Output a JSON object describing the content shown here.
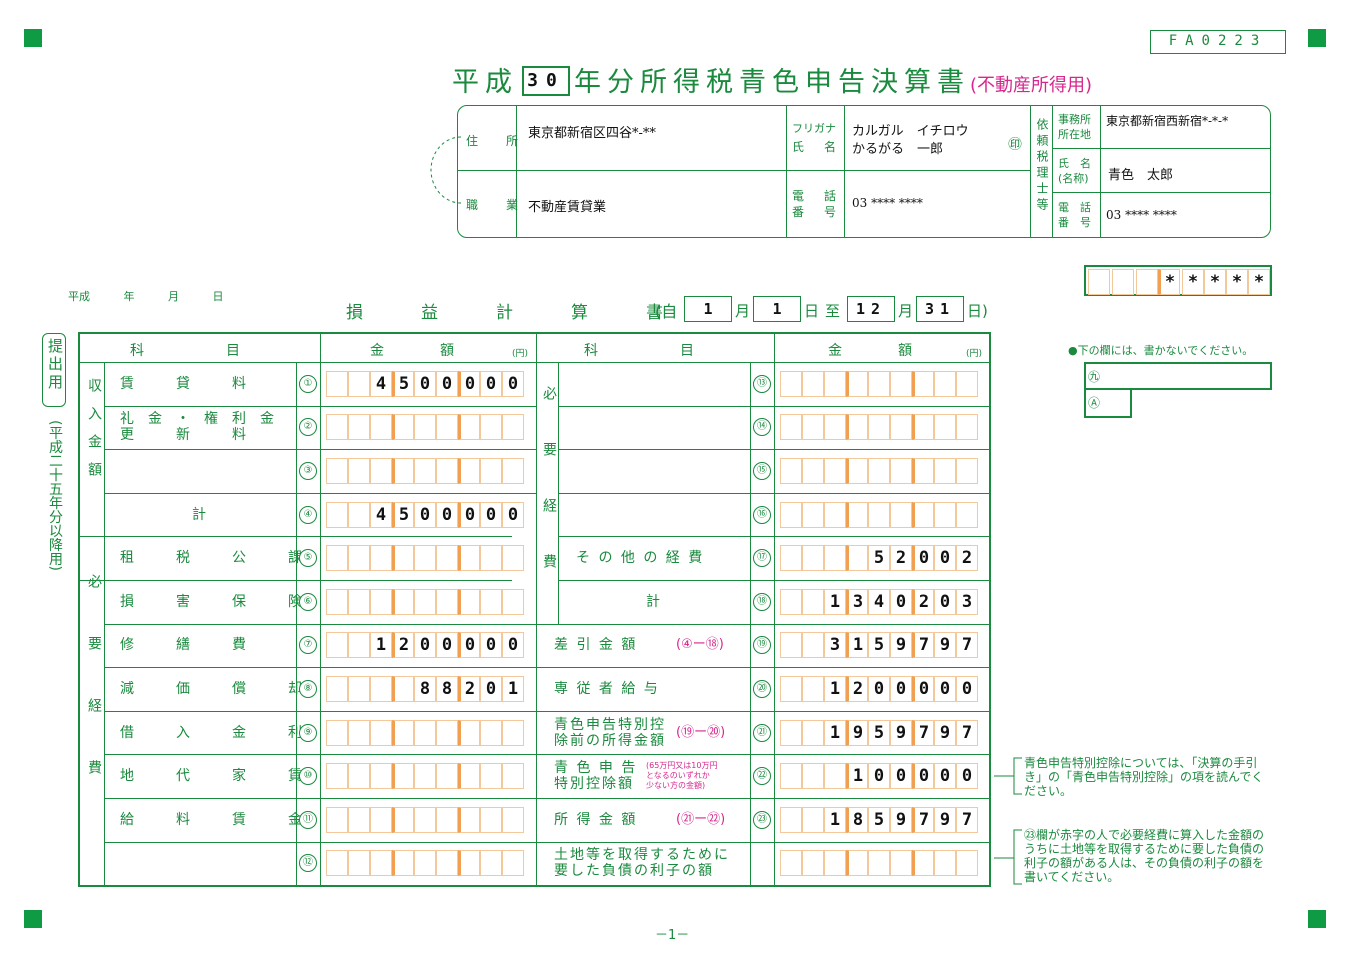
{
  "form_code": "FA0223",
  "title": {
    "prefix": "平成",
    "year": "30",
    "main": "年分所得税青色申告決算書",
    "sub": "(不動産所得用)"
  },
  "info": {
    "address_label": "住　所",
    "address": "東京都新宿区四谷*-**",
    "occupation_label": "職　業",
    "occupation": "不動産賃貸業",
    "furigana_label": "フリガナ",
    "name_label": "氏　名",
    "furigana": "カルガル　イチロウ",
    "name": "かるがる　一郎",
    "seal": "㊞",
    "phone_label": "電　話\n番　号",
    "phone": "03 **** ****",
    "agent_label": "依頼税理士等",
    "office_label": "事務所\n所在地",
    "office": "東京都新宿西新宿*-*-*",
    "agent_name_label": "氏　名\n(名称)",
    "agent_name": "青色　太郎",
    "agent_phone_label": "電　話\n番　号",
    "agent_phone": "03 **** ****"
  },
  "stars": [
    "*",
    "*",
    "*",
    "*",
    "*"
  ],
  "date_line": {
    "era": "平成",
    "y": "年",
    "m": "月",
    "d": "日"
  },
  "pnl": {
    "title": "損　　益　　計　　算　　書",
    "from": "自",
    "from_month": "1",
    "month_char": "月",
    "from_day": "1",
    "day_char": "日",
    "to": "至",
    "to_month": "12",
    "to_day": "31"
  },
  "side": {
    "submit": "提出用",
    "period": "(平成二十五年分以降用)"
  },
  "headers": {
    "item": "科　　　　　目",
    "amount": "金　　　　額",
    "yen": "(円)"
  },
  "groups": {
    "income": "収入金額",
    "expense_left": "必要経費",
    "expense_right": "必要経費"
  },
  "left_rows": [
    {
      "no": "①",
      "label": "賃　貸　料",
      "value": "4500000"
    },
    {
      "no": "②",
      "label": "礼金・権利金\n更　新　料",
      "value": ""
    },
    {
      "no": "③",
      "label": "",
      "value": ""
    },
    {
      "no": "④",
      "label": "計",
      "value": "4500000"
    },
    {
      "no": "⑤",
      "label": "租　税　公　課",
      "value": ""
    },
    {
      "no": "⑥",
      "label": "損　害　保　険　料",
      "value": ""
    },
    {
      "no": "⑦",
      "label": "修　繕　費",
      "value": "1200000"
    },
    {
      "no": "⑧",
      "label": "減　価　償　却　費",
      "value": "88201"
    },
    {
      "no": "⑨",
      "label": "借　入　金　利　子",
      "value": ""
    },
    {
      "no": "⑩",
      "label": "地　代　家　賃",
      "value": ""
    },
    {
      "no": "⑪",
      "label": "給　料　賃　金",
      "value": ""
    },
    {
      "no": "⑫",
      "label": "",
      "value": ""
    }
  ],
  "right_rows": [
    {
      "no": "⑬",
      "label": "",
      "value": ""
    },
    {
      "no": "⑭",
      "label": "",
      "value": ""
    },
    {
      "no": "⑮",
      "label": "",
      "value": ""
    },
    {
      "no": "⑯",
      "label": "",
      "value": ""
    },
    {
      "no": "⑰",
      "label": "そ の 他 の 経 費",
      "value": "52002"
    },
    {
      "no": "⑱",
      "label": "計",
      "value": "1340203"
    },
    {
      "no": "⑲",
      "label": "差 引 金 額",
      "formula": "(④ー⑱)",
      "value": "3159797"
    },
    {
      "no": "⑳",
      "label": "専 従 者 給 与",
      "value": "1200000"
    },
    {
      "no": "㉑",
      "label": "青色申告特別控\n除前の所得金額",
      "formula": "(⑲ー⑳)",
      "value": "1959797"
    },
    {
      "no": "㉒",
      "label": "青 色 申 告\n特別控除額",
      "formula": "(65万円又は10万円\nとなるのいずれか\n少ない方の金額)",
      "value": "100000"
    },
    {
      "no": "㉓",
      "label": "所 得 金 額",
      "formula": "(㉑ー㉒)",
      "value": "1859797"
    },
    {
      "no": "",
      "label": "土地等を取得するために\n要した負債の利子の額",
      "value": ""
    }
  ],
  "notes": {
    "no_write": "●下の欄には、書かないでください。",
    "note1": "青色申告特別控除については、「決算の手引き」の「青色申告特別控除」の項を読んでください。",
    "note2": "㉓欄が赤字の人で必要経費に算入した金額のうちに土地等を取得するために要した負債の利子の額がある人は、その負債の利子の額を書いてください。",
    "box1": "㊈",
    "box2": "Ⓐ"
  },
  "page_number": "－1－"
}
